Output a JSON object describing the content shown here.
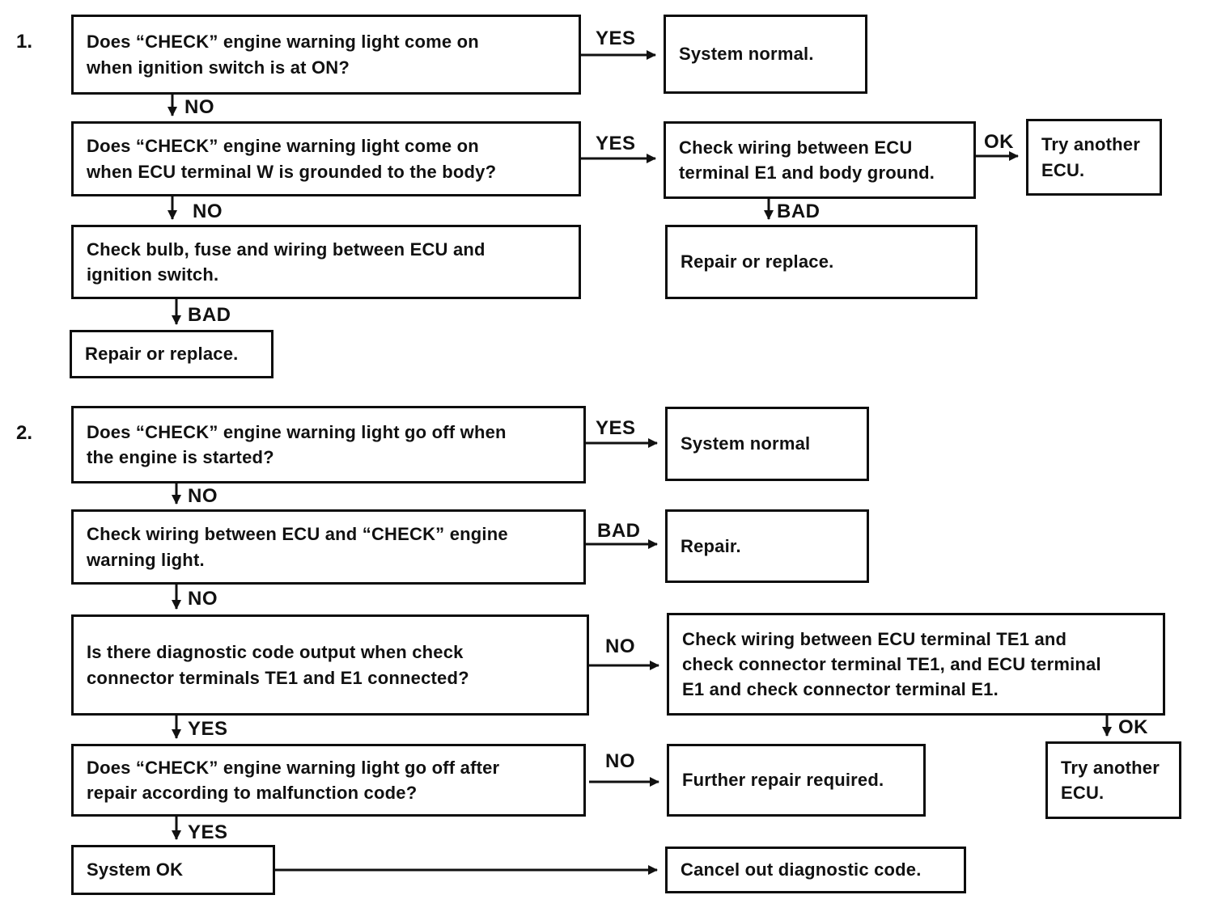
{
  "page": {
    "background": "#ffffff",
    "ink": "#111111"
  },
  "sections": {
    "s1": {
      "number": "1.",
      "q_ignition": "Does “CHECK” engine warning light come on when ignition switch is at ON?",
      "r_system_normal": "System normal.",
      "q_terminal_w": "Does “CHECK” engine warning light come on when ECU terminal W is grounded to the body?",
      "r_check_wiring_e1": "Check wiring between ECU terminal E1 and body ground.",
      "r_try_another_ecu": "Try another ECU.",
      "r_repair_or_replace_right": "Repair or replace.",
      "q_bulb_fuse": "Check bulb, fuse and wiring  between ECU and ignition switch.",
      "r_repair_or_replace_left": "Repair or replace."
    },
    "s2": {
      "number": "2.",
      "q_light_off": "Does “CHECK” engine warning light go off when the engine is started?",
      "r_system_normal": "System normal",
      "q_check_wiring": "Check wiring between ECU and “CHECK” engine warning light.",
      "r_repair": "Repair.",
      "q_diagnostic_code": "Is there diagnostic code output when check connector terminals TE1 and E1 connected?",
      "r_check_wiring_te1": "Check wiring between ECU terminal TE1 and check connector terminal TE1, and ECU terminal E1 and check connector terminal E1.",
      "r_try_another_ecu": "Try another ECU.",
      "q_light_off_after_repair": "Does “CHECK” engine warning light go off after repair according to malfunction code?",
      "r_further_repair": "Further repair required.",
      "r_system_ok": "System OK",
      "r_cancel_code": "Cancel out diagnostic code."
    }
  },
  "edge_labels": {
    "yes": "YES",
    "no": "NO",
    "bad": "BAD",
    "ok": "OK"
  }
}
